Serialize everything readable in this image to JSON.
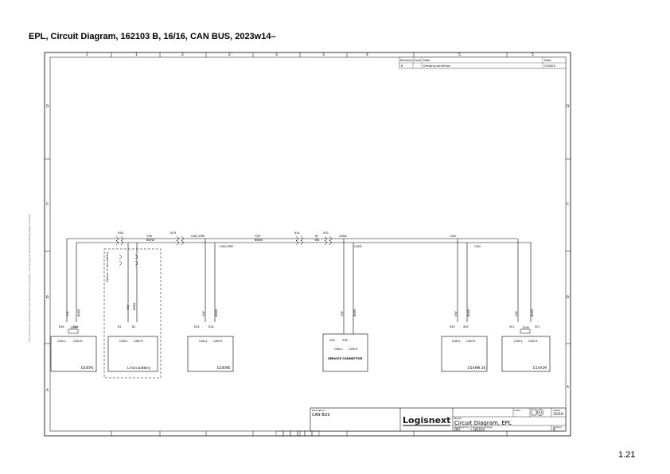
{
  "header": {
    "title": "EPL, Circuit Diagram, 162103 B, 16/16, CAN BUS, 2023w14–"
  },
  "footer": {
    "page_number": "1.21"
  },
  "revision_table": {
    "headers": [
      "Revision",
      "Zone",
      "Note",
      "Date"
    ],
    "row": [
      "B",
      "",
      "Drawing correction",
      "230403"
    ]
  },
  "wires": {
    "top_left": "Y/W",
    "top_left2": "BN/W",
    "mid": "Y/W",
    "mid2": "BN/W",
    "can_eme": "CAN_EME",
    "can_eme2": "CAN_EME",
    "can2": "CAN2",
    "can2b": "CAN2",
    "can": "CAN",
    "can_b": "CAN",
    "x50": "X50",
    "x53": "X53",
    "x41": "X41",
    "x51": "X51",
    "w": "W",
    "bn": "BN"
  },
  "modules": [
    {
      "id": "e4",
      "name": "E4/EPS",
      "left_pin": "E4A",
      "right_pin": "E4A",
      "res": "120R"
    },
    {
      "id": "liion",
      "name": "Li-Ion battery",
      "left_pin": "B1",
      "right_pin": "B1",
      "res": ""
    },
    {
      "id": "e2",
      "name": "E2/EME",
      "left_pin": "E2A",
      "right_pin": "E2A",
      "res": ""
    },
    {
      "id": "svc",
      "name": "SERVICE CONNECTOR",
      "left_pin": "X56",
      "right_pin": "X56",
      "res": ""
    },
    {
      "id": "e5",
      "name": "E5/HMI 20",
      "left_pin": "X45",
      "right_pin": "X45",
      "res": ""
    },
    {
      "id": "e1",
      "name": "E1/VCM",
      "left_pin": "XC1",
      "right_pin": "XC1",
      "res": "120R"
    }
  ],
  "labels": {
    "can_l": "CAN L",
    "can_h": "CAN H",
    "yw": "Y/W",
    "bnw": "BN/W",
    "liion_box": "Option: Li-Ion battery"
  },
  "title_block": {
    "description_label": "Description",
    "description": "CAN BUS",
    "logo": "Logisnext",
    "name_label": "Name",
    "drawing_name": "Circuit Diagram, EPL",
    "designed_label": "Designed by",
    "designed_by": "DKJ",
    "drawing_label": "Drawing number",
    "drawing_number": "162103",
    "version_label": "Version",
    "version": "B",
    "scale_label": "Scale",
    "scale": "-",
    "sheet_label": "Sheet",
    "sheet": "16/16"
  },
  "grid": {
    "cols": [
      "1",
      "1",
      "2",
      "2",
      "3",
      "3",
      "4",
      "5",
      "5"
    ],
    "rows_left": [
      "D",
      "C",
      "B",
      "A"
    ]
  },
  "side_note": "The information contained in this document is proprietary, do not copy or disclose without written consent."
}
